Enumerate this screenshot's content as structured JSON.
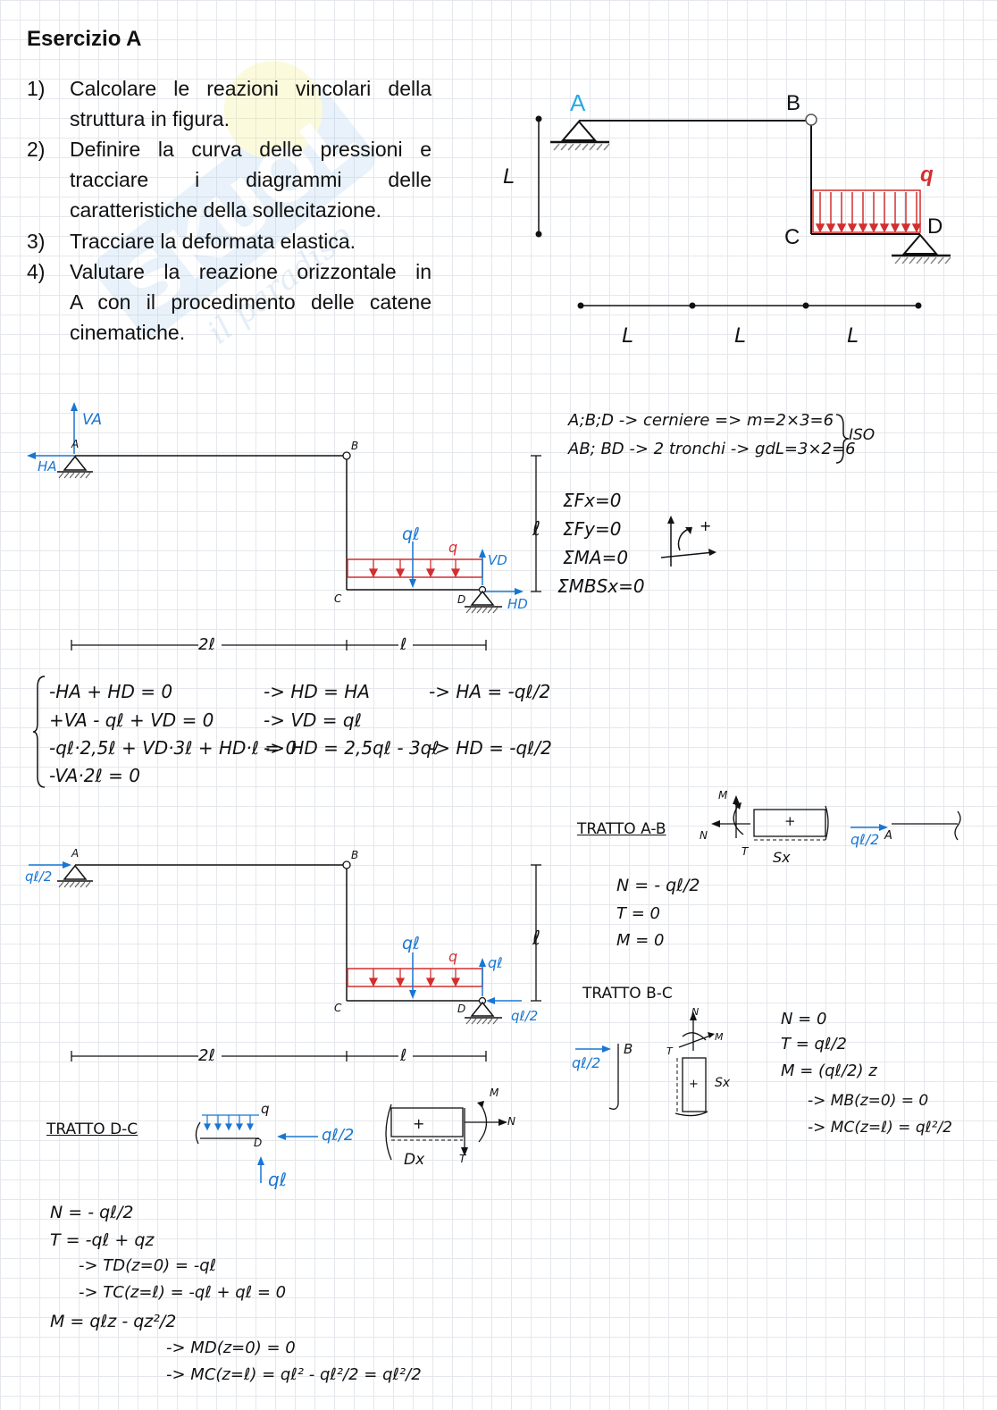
{
  "title": "Esercizio A",
  "exercise": [
    {
      "num": "1)",
      "lines": [
        "Calcolare le reazioni vincolari della",
        "struttura in figura."
      ]
    },
    {
      "num": "2)",
      "lines": [
        "Definire la curva delle pressioni e",
        "tracciare i diagrammi delle",
        "caratteristiche della sollecitazione."
      ]
    },
    {
      "num": "3)",
      "lines": [
        "Tracciare la deformata elastica."
      ]
    },
    {
      "num": "4)",
      "lines": [
        "Valutare la reazione orizzontale in",
        "A con il procedimento delle catene",
        "cinematiche."
      ]
    }
  ],
  "figure": {
    "A": "A",
    "B": "B",
    "C": "C",
    "D": "D",
    "q": "q",
    "L_vert": "L",
    "L1": "L",
    "L2": "L",
    "L3": "L"
  },
  "notes": {
    "iso_line1": "A;B;D -> cerniere => m=2×3=6",
    "iso_line2": "AB; BD -> 2 tronchi -> gdL=3×2=6",
    "iso_result": "ISO",
    "eq1": "ΣFx=0",
    "eq2": "ΣFy=0",
    "eq3": "ΣMA=0",
    "eq4": "ΣMBSx=0"
  },
  "diag1": {
    "VA": "VA",
    "HA": "HA",
    "A": "A",
    "B": "B",
    "C": "C",
    "D": "D",
    "qL": "qℓ",
    "q": "q",
    "VD": "VD",
    "HD": "HD",
    "l": "ℓ",
    "dim_2l": "2ℓ",
    "dim_l": "ℓ"
  },
  "system": [
    {
      "eq": "-HA + HD = 0",
      "step": "-> HD = HA",
      "res": "-> HA = -qℓ/2"
    },
    {
      "eq": "+VA - qℓ + VD = 0",
      "step": "-> VD = qℓ",
      "res": ""
    },
    {
      "eq": "-qℓ·2,5ℓ + VD·3ℓ + HD·ℓ = 0",
      "step": "-> HD = 2,5qℓ - 3qℓ",
      "res": "-> HD = -qℓ/2"
    },
    {
      "eq": "-VA·2ℓ = 0",
      "step": "",
      "res": ""
    }
  ],
  "diag2": {
    "HA": "qℓ/2",
    "A": "A",
    "B": "B",
    "C": "C",
    "D": "D",
    "qL": "qℓ",
    "q": "q",
    "VD": "qℓ",
    "HD": "qℓ/2",
    "l": "ℓ",
    "dim_2l": "2ℓ",
    "dim_l": "ℓ"
  },
  "ab": {
    "title": "TRATTO A-B",
    "M": "M",
    "N": "N",
    "T": "T",
    "Sx": "Sx",
    "plus": "+",
    "force": "qℓ/2",
    "A": "A",
    "eqN": "N = - qℓ/2",
    "eqT": "T = 0",
    "eqM": "M = 0"
  },
  "bc": {
    "title": "TRATTO B-C",
    "force": "qℓ/2",
    "B": "B",
    "N": "N",
    "M": "M",
    "T": "T",
    "Sx": "Sx",
    "plus": "+",
    "eqN": "N = 0",
    "eqT": "T = qℓ/2",
    "eqM": "M = (qℓ/2) z",
    "eqMB": "-> MB(z=0) = 0",
    "eqMC": "-> MC(z=ℓ) = qℓ²/2"
  },
  "dc": {
    "title": "TRATTO D-C",
    "q": "q",
    "D": "D",
    "force": "qℓ/2",
    "up": "qℓ",
    "plus": "+",
    "M": "M",
    "N": "N",
    "T": "T",
    "Dx": "Dx",
    "eqN": "N = - qℓ/2",
    "eqT": "T = -qℓ + qz",
    "eqTD": "-> TD(z=0) = -qℓ",
    "eqTC": "-> TC(z=ℓ) = -qℓ + qℓ = 0",
    "eqM": "M = qℓz - qz²/2",
    "eqMD": "-> MD(z=0) = 0",
    "eqMC": "-> MC(z=ℓ) = qℓ² - qℓ²/2 = qℓ²/2"
  },
  "colors": {
    "blue": "#1976d2",
    "red": "#d32f2f",
    "cyan": "#29a9df"
  }
}
